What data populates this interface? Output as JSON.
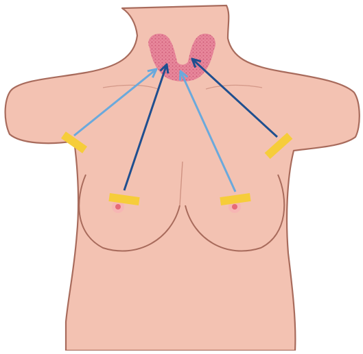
{
  "figure": {
    "colors": {
      "skin": "#f3c2b2",
      "outline": "#a86b5c",
      "thyroid": "#e7879b",
      "thyroid_dots": "#c95471",
      "incision_marker": "#f6cd3a",
      "nipple": "#e56b78",
      "arrow_dark": "#1f4f8f",
      "arrow_light": "#6aa9dc"
    },
    "icons": {
      "torso": "female-torso-outline",
      "gland": "thyroid-gland",
      "marker": "incision-site-marker",
      "arrow": "access-route-arrow"
    },
    "routes": [
      {
        "id": "right-axillary",
        "style": "light"
      },
      {
        "id": "right-areolar",
        "style": "dark"
      },
      {
        "id": "left-areolar",
        "style": "light"
      },
      {
        "id": "left-axillary",
        "style": "dark"
      }
    ]
  }
}
